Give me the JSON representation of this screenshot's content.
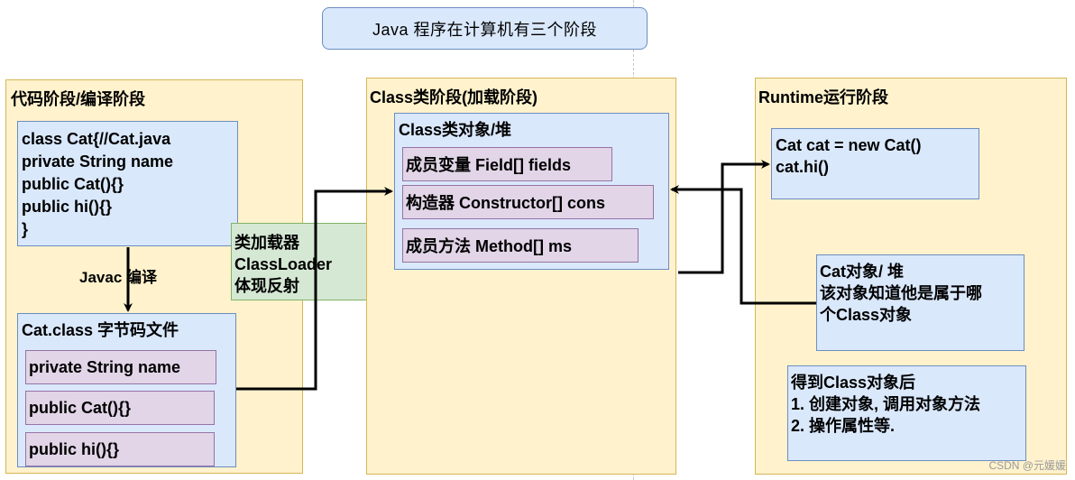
{
  "title": "Java 程序在计算机有三个阶段",
  "stages": {
    "code": {
      "title": "代码阶段/编译阶段",
      "source_lines": [
        "class Cat{//Cat.java",
        "private String name",
        "public Cat(){}",
        "public hi(){}",
        "}"
      ],
      "compile_label": "Javac 编译",
      "bytecode": {
        "title": "Cat.class 字节码文件",
        "members": [
          "private String name",
          "public Cat(){}",
          "public hi(){}"
        ]
      }
    },
    "classloader": {
      "lines": [
        "类加载器",
        "ClassLoader",
        "体现反射"
      ]
    },
    "class": {
      "title": "Class类阶段(加载阶段)",
      "object": {
        "title": "Class类对象/堆",
        "members": [
          "成员变量 Field[] fields",
          "构造器 Constructor[] cons",
          "成员方法 Method[] ms"
        ]
      }
    },
    "runtime": {
      "title": "Runtime运行阶段",
      "code_lines": [
        "Cat cat = new Cat()",
        "cat.hi()"
      ],
      "cat_object_lines": [
        "Cat对象/ 堆",
        "该对象知道他是属于哪",
        "个Class对象"
      ],
      "after_lines": [
        "得到Class对象后",
        "1. 创建对象, 调用对象方法",
        "2. 操作属性等."
      ]
    }
  },
  "watermark": "CSDN @元媛媛"
}
